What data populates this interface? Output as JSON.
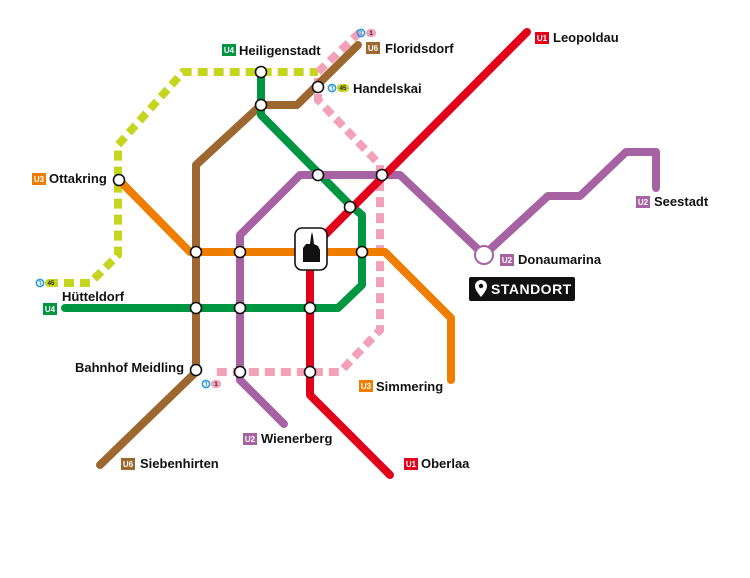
{
  "lines": {
    "U1": {
      "badge": "U1",
      "color": "#e2001a"
    },
    "U2": {
      "badge": "U2",
      "color": "#a762a4"
    },
    "U3": {
      "badge": "U3",
      "color": "#ee7d00"
    },
    "U4": {
      "badge": "U4",
      "color": "#009540"
    },
    "U6": {
      "badge": "U6",
      "color": "#9d6830"
    },
    "S45": {
      "badge": "45",
      "color": "#c5d520"
    },
    "S1": {
      "badge": "1",
      "color": "#f3a1b8"
    }
  },
  "stations": {
    "leopoldau": "Leopoldau",
    "heiligenstadt": "Heiligenstadt",
    "floridsdorf": "Floridsdorf",
    "handelskai": "Handelskai",
    "ottakring": "Ottakring",
    "seestadt": "Seestadt",
    "donaumarina": "Donaumarina",
    "huetteldorf": "Hütteldorf",
    "bahnhof_meidling": "Bahnhof Meidling",
    "simmering": "Simmering",
    "wienerberg": "Wienerberg",
    "siebenhirten": "Siebenhirten",
    "oberlaa": "Oberlaa"
  },
  "standort": {
    "label": "STANDORT"
  },
  "colors": {
    "background": "#ffffff",
    "text": "#111111",
    "standort_bg": "#111111"
  }
}
